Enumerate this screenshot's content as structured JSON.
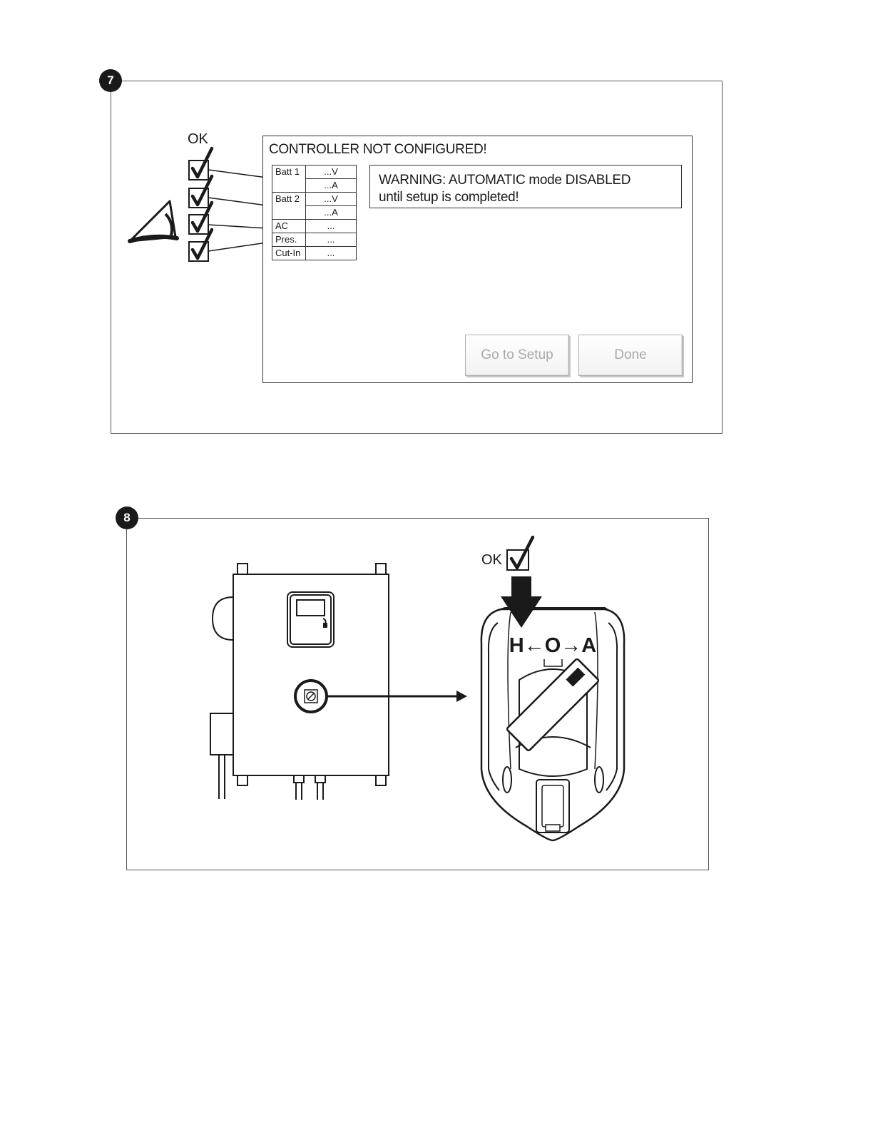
{
  "step7": {
    "number": "7",
    "ok_label": "OK",
    "screen": {
      "title": "CONTROLLER NOT CONFIGURED!",
      "table": [
        {
          "label": "Batt 1",
          "values": [
            "...V",
            "...A"
          ]
        },
        {
          "label": "Batt 2",
          "values": [
            "...V",
            "...A"
          ]
        },
        {
          "label": "AC",
          "values": [
            "..."
          ]
        },
        {
          "label": "Pres.",
          "values": [
            "..."
          ]
        },
        {
          "label": "Cut-In",
          "values": [
            "..."
          ]
        }
      ],
      "warning_line1": "WARNING: AUTOMATIC mode DISABLED",
      "warning_line2": "until setup is completed!",
      "goto_setup_label": "Go to Setup",
      "done_label": "Done"
    }
  },
  "step8": {
    "number": "8",
    "ok_label": "OK",
    "switch_positions": "H←O→A"
  }
}
